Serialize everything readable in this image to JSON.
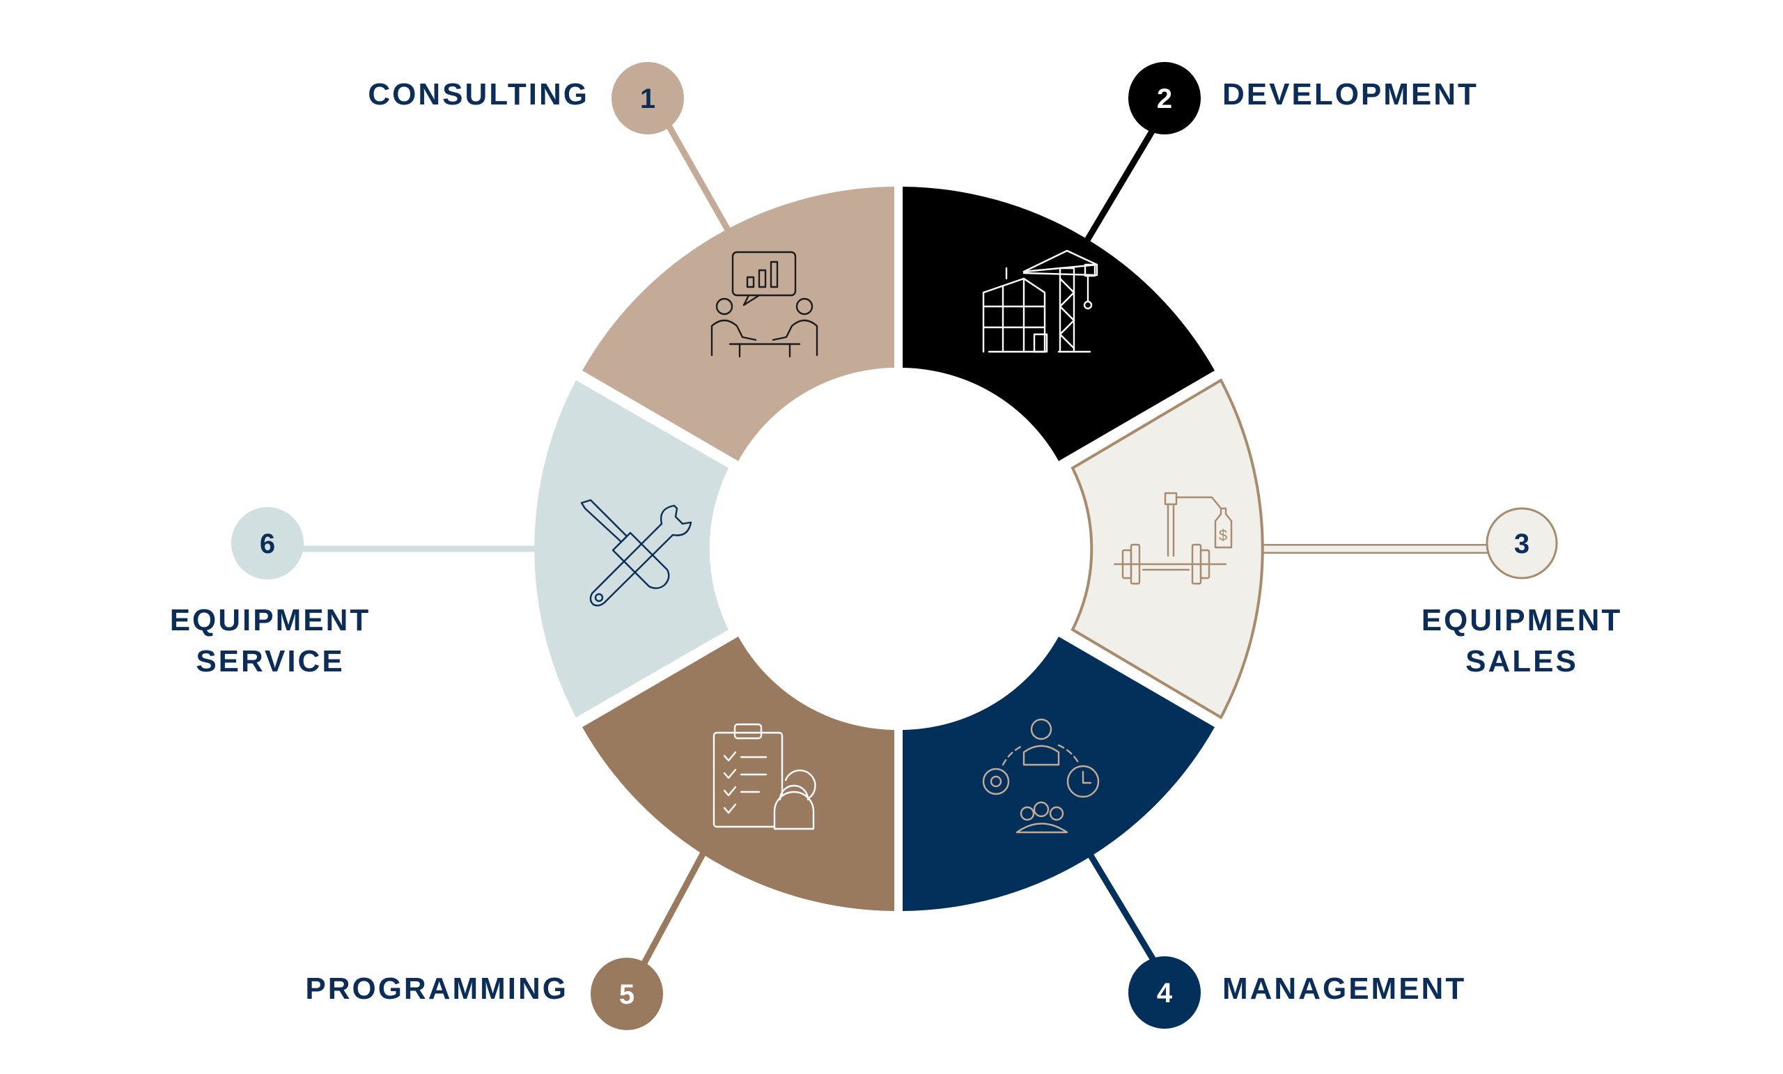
{
  "colors": {
    "navy": "#0b2d57",
    "tan": "#c3ab98",
    "black": "#000000",
    "cream": "#f1efea",
    "cream_border": "#a88a6c",
    "dark_navy": "#02305a",
    "brown": "#9a7a5e",
    "light_blue": "#d1dfe0"
  },
  "services": [
    {
      "number": "1",
      "label_lines": [
        "CONSULTING"
      ],
      "icon": "consulting-meeting-icon",
      "segment_color": "#c3ab98",
      "badge_color": "#c3ab98",
      "number_color": "#0b2d57"
    },
    {
      "number": "2",
      "label_lines": [
        "DEVELOPMENT"
      ],
      "icon": "construction-crane-icon",
      "segment_color": "#000000",
      "badge_color": "#000000",
      "number_color": "#ffffff"
    },
    {
      "number": "3",
      "label_lines": [
        "EQUIPMENT",
        "SALES"
      ],
      "icon": "equipment-price-tag-icon",
      "segment_color": "#f1efea",
      "badge_color": "#f1efea",
      "number_color": "#0b2d57"
    },
    {
      "number": "4",
      "label_lines": [
        "MANAGEMENT"
      ],
      "icon": "team-management-icon",
      "segment_color": "#02305a",
      "badge_color": "#02305a",
      "number_color": "#ffffff"
    },
    {
      "number": "5",
      "label_lines": [
        "PROGRAMMING"
      ],
      "icon": "clipboard-kettlebell-icon",
      "segment_color": "#9a7a5e",
      "badge_color": "#9a7a5e",
      "number_color": "#ffffff"
    },
    {
      "number": "6",
      "label_lines": [
        "EQUIPMENT",
        "SERVICE"
      ],
      "icon": "wrench-screwdriver-icon",
      "segment_color": "#d1dfe0",
      "badge_color": "#d1dfe0",
      "number_color": "#0b2d57"
    }
  ]
}
